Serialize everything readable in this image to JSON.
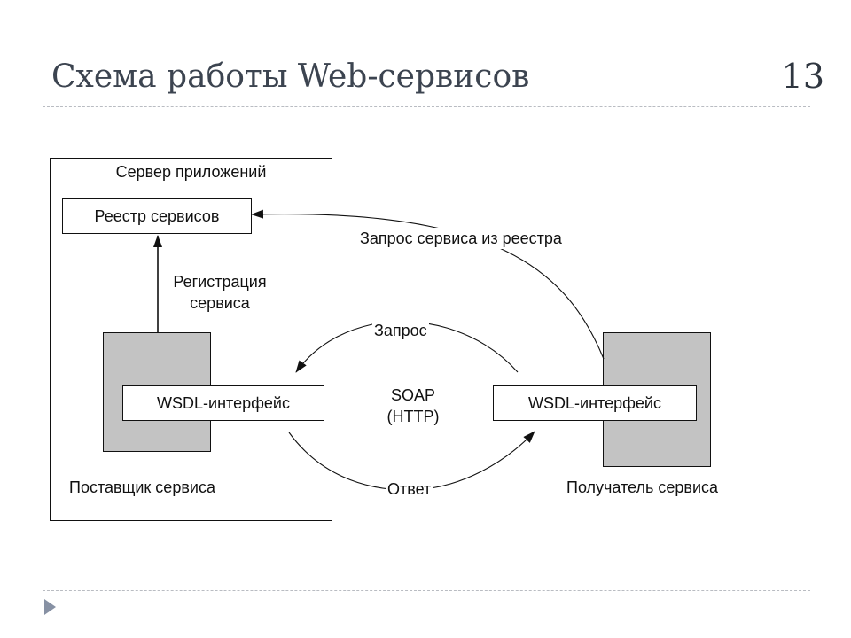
{
  "slide": {
    "title": "Схема работы Web-сервисов",
    "number": "13"
  },
  "diagram": {
    "server_label": "Сервер приложений",
    "registry_label": "Реестр сервисов",
    "registration_label_line1": "Регистрация",
    "registration_label_line2": "сервиса",
    "provider_wsdl_label": "WSDL-интерфейс",
    "consumer_wsdl_label": "WSDL-интерфейс",
    "provider_label": "Поставщик сервиса",
    "consumer_label": "Получатель сервиса",
    "protocol_line1": "SOAP",
    "protocol_line2": "(HTTP)",
    "registry_query_label": "Запрос сервиса из реестра",
    "request_label": "Запрос",
    "response_label": "Ответ"
  }
}
